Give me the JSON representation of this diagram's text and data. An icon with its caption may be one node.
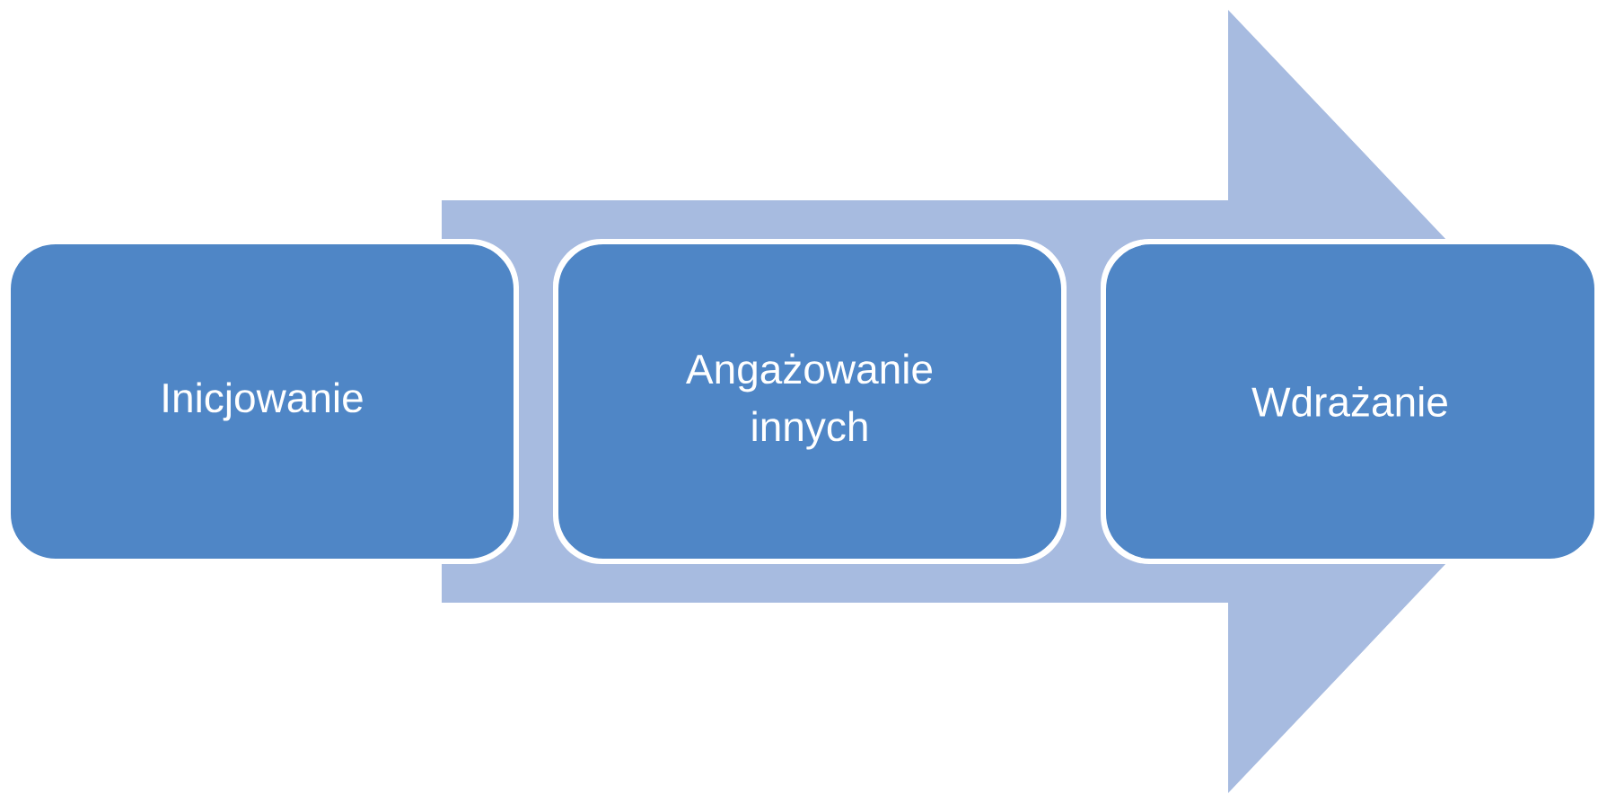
{
  "diagram": {
    "nodes": [
      {
        "text": [
          "Inicjowanie"
        ]
      },
      {
        "text": [
          "Angażowanie innych"
        ]
      },
      {
        "text": [
          "Wdrażanie"
        ]
      }
    ],
    "edges": [
      {
        "from": 0,
        "to": 2,
        "arrow": "to"
      }
    ]
  }
}
